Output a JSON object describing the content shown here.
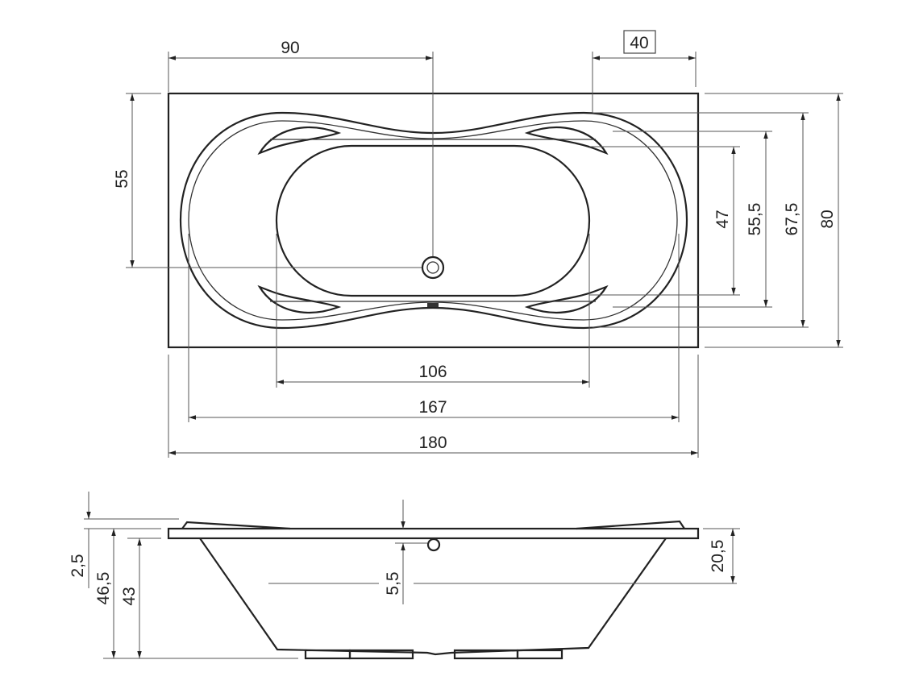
{
  "top_view": {
    "dimensions": {
      "drain_offset_length": "90",
      "overflow_offset": "40",
      "drain_offset_width": "55",
      "inner_bottom_width": "47",
      "inner_width_mid": "55,5",
      "inner_width": "67,5",
      "overall_width": "80",
      "inner_bottom_length": "106",
      "inner_length": "167",
      "overall_length": "180"
    }
  },
  "side_view": {
    "dimensions": {
      "headrest_height": "2,5",
      "total_height": "46,5",
      "rim_height": "43",
      "overflow_height": "5,5",
      "overflow_depth": "20,5"
    }
  }
}
